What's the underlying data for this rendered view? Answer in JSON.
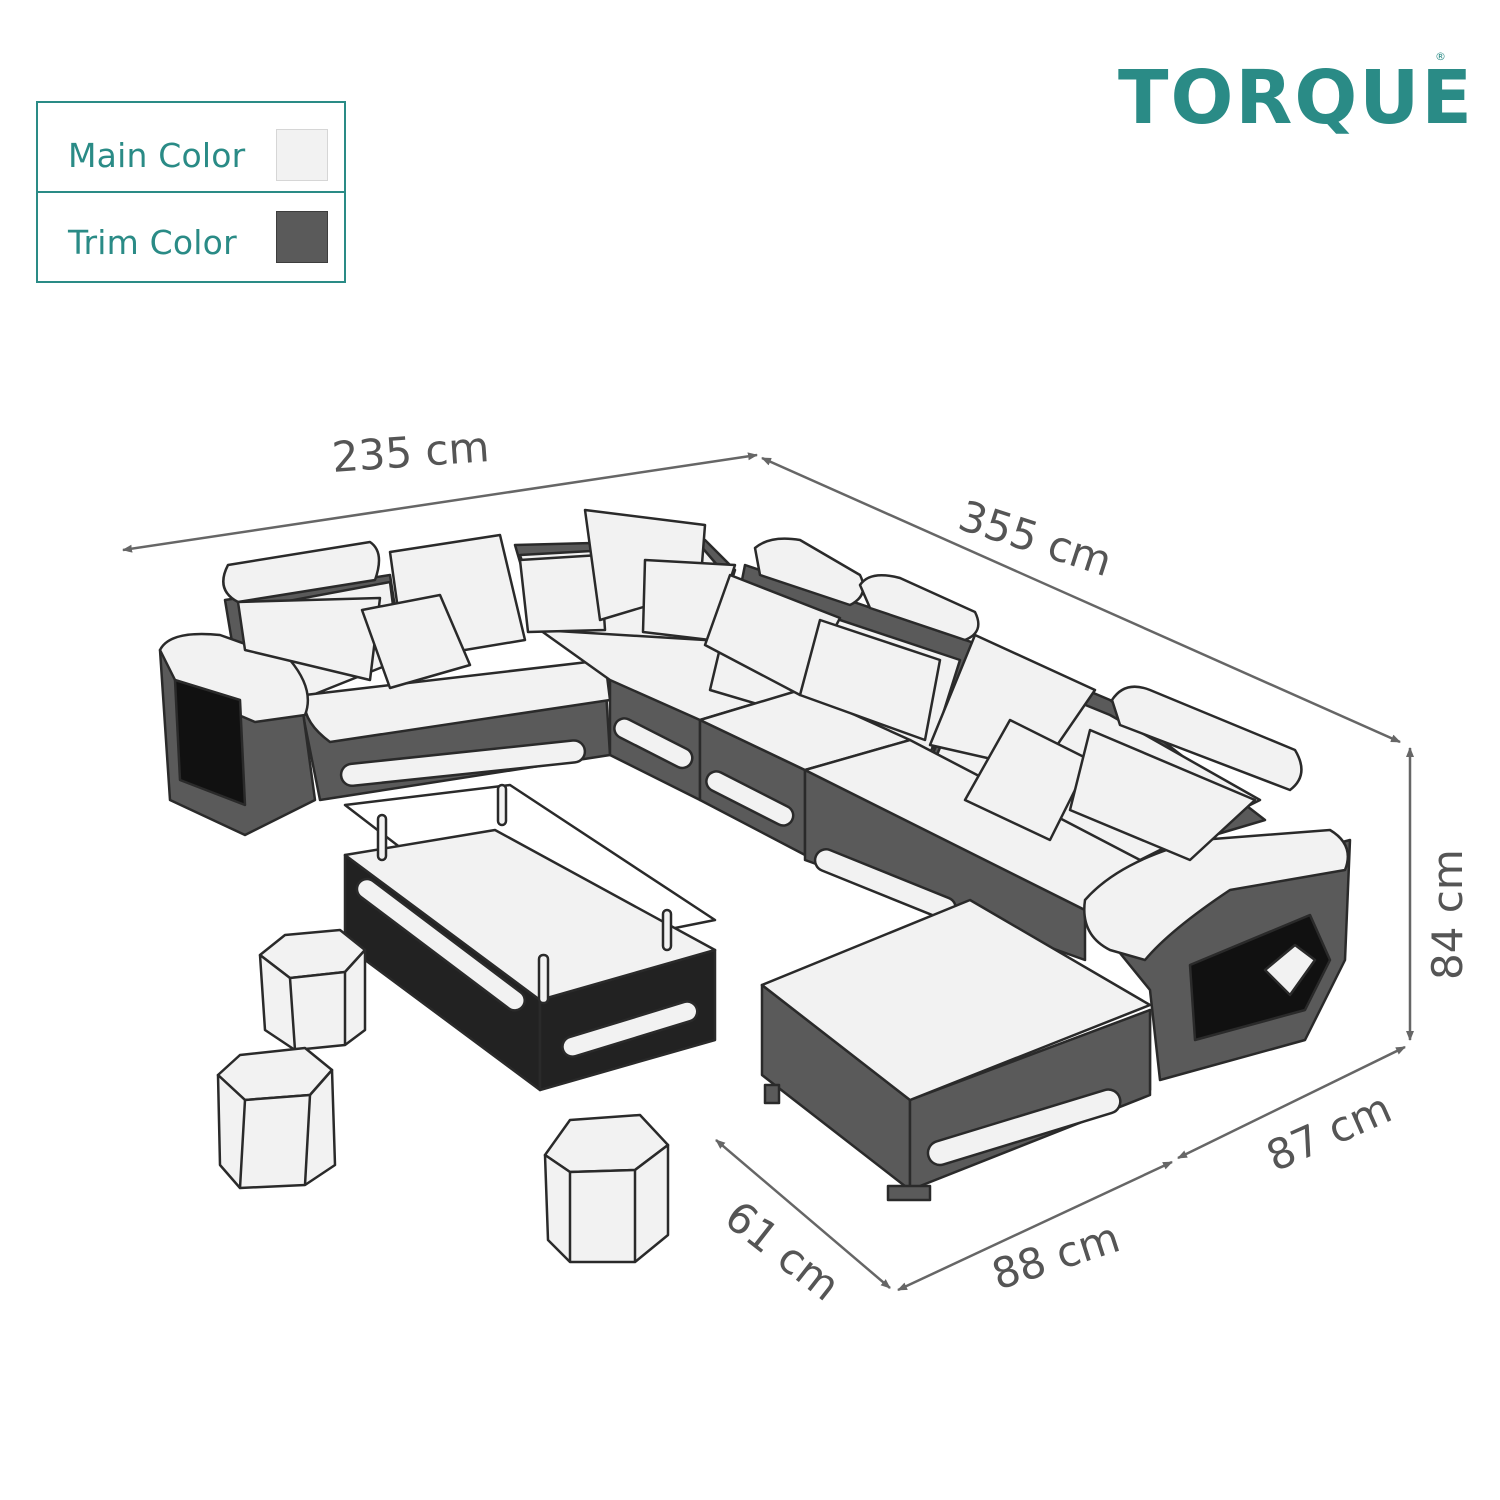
{
  "legend": {
    "main_label": "Main Color",
    "main_swatch": "#f2f2f2",
    "trim_label": "Trim Color",
    "trim_swatch": "#5a5a5a",
    "border_color": "#2a8b86"
  },
  "brand": {
    "name": "TORQUE",
    "mark": "®",
    "color": "#2a8b86"
  },
  "dimensions": {
    "back_width": "235 cm",
    "side_length": "355 cm",
    "height": "84 cm",
    "chaise_depth": "87 cm",
    "chaise_width": "88 cm",
    "seat_depth": "61 cm"
  },
  "drawing": {
    "type": "sectional-sofa-line-drawing",
    "upholstery_color": "#f2f2f2",
    "trim_color": "#5a5a5a",
    "outline_color": "#2a2a2a",
    "dimension_line_color": "#666666"
  }
}
